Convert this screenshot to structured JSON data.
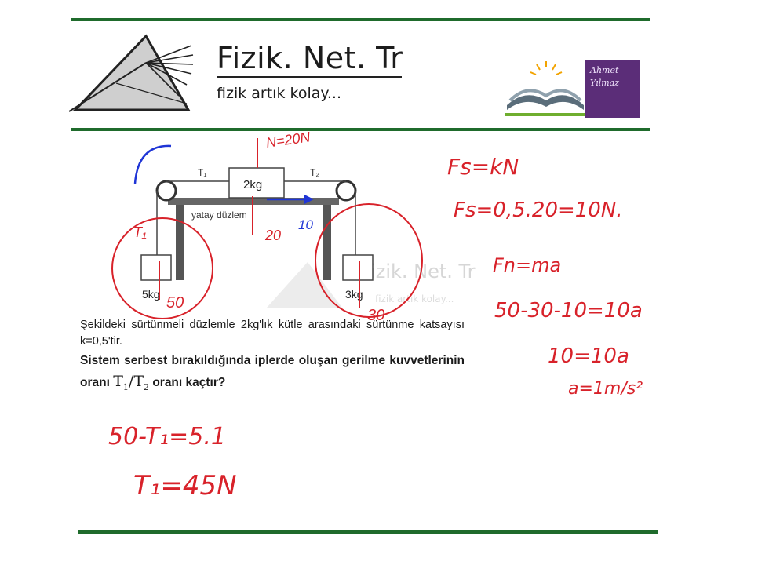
{
  "brand": {
    "title": "Fizik. Net. Tr",
    "tagline": "fizik artık kolay...",
    "watermark": "Fizik. Net. Tr",
    "watermark_sub": "fizik artık kolay..."
  },
  "author": {
    "first": "Ahmet",
    "last": "Yılmaz"
  },
  "diagram": {
    "center_mass": "2kg",
    "left_mass": "5kg",
    "right_mass": "3kg",
    "tension_left": "T₁",
    "tension_right": "T₂",
    "surface_label": "yatay düzlem"
  },
  "problem": {
    "line1": "Şekildeki sürtünmeli düzlemle 2kg'lık kütle arasındaki sürtünme katsayısı k=0,5'tir.",
    "line2_a": "Sistem serbest bırakıldığında iplerde oluşan gerilme kuvvetlerinin oranı",
    "ratio_t1": "T",
    "ratio_t1_sub": "1",
    "ratio_slash": "/",
    "ratio_t2": "T",
    "ratio_t2_sub": "2",
    "line2_b": "oranı kaçtır?"
  },
  "handwriting": {
    "normal_force": "N=20N",
    "weight_center": "20",
    "friction_arrow": "10",
    "t1_label": "T₁",
    "weight_left": "50",
    "weight_right": "30",
    "eq1": "Fs=kN",
    "eq2": "Fs=0,5.20=10N.",
    "eq3": "Fn=ma",
    "eq4": "50-30-10=10a",
    "eq5": "10=10a",
    "eq6": "a=1m/s²",
    "eq7": "50-T₁=5.1",
    "eq8": "T₁=45N"
  },
  "colors": {
    "rule_green": "#1f6b2c",
    "ink_red": "#d8222a",
    "ink_blue": "#1f35d6",
    "badge_purple": "#5b2d78"
  }
}
